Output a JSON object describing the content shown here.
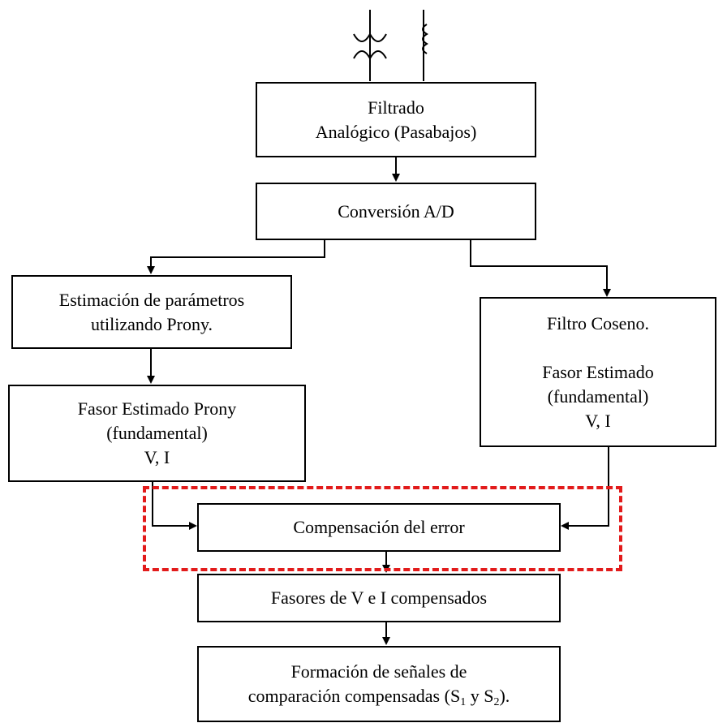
{
  "diagram": {
    "blocks": {
      "filtrado": {
        "lines": [
          "Filtrado",
          "Analógico (Pasabajos)"
        ]
      },
      "conversion": {
        "lines": [
          "Conversión A/D"
        ]
      },
      "prony_estimation": {
        "lines": [
          "Estimación de parámetros",
          "utilizando Prony."
        ]
      },
      "prony_phasor": {
        "lines": [
          "Fasor Estimado Prony",
          "(fundamental)",
          "V, I"
        ]
      },
      "cosine_filter": {
        "line1": "Filtro Coseno.",
        "line2": "Fasor Estimado",
        "line3": "(fundamental)",
        "line4": "V, I"
      },
      "error_compensation": {
        "lines": [
          "Compensación del error"
        ]
      },
      "compensated_phasors": {
        "lines": [
          "Fasores de V e I compensados"
        ]
      },
      "comparison_signals": {
        "line1": "Formación de señales de",
        "line2_prefix": "comparación compensadas (S",
        "sub1": "1",
        "middle": " y S",
        "sub2": "2",
        "line2_suffix": ")."
      }
    },
    "colors": {
      "line": "#000000",
      "highlight_dashed": "#e21b1b"
    },
    "icons": [
      "voltage-transformer-icon",
      "current-transformer-icon"
    ]
  }
}
